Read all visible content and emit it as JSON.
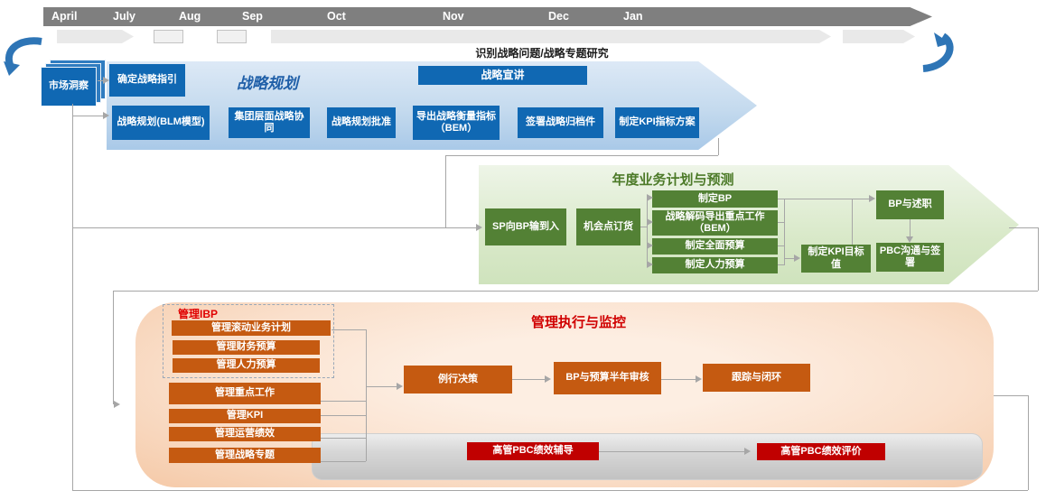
{
  "timeline": {
    "months": [
      "April",
      "July",
      "Aug",
      "Sep",
      "Oct",
      "Nov",
      "Dec",
      "Jan"
    ],
    "research_label": "识别战略问题/战略专题研究"
  },
  "market_insight": "市场洞察",
  "strategy": {
    "title": "战略规划",
    "guide": "确定战略指引",
    "preach": "战略宣讲",
    "boxes": [
      "战略规划(BLM模型)",
      "集团层面战略协同",
      "战略规划批准",
      "导出战略衡量指标（BEM）",
      "签署战略归档件",
      "制定KPI指标方案"
    ]
  },
  "annual": {
    "title": "年度业务计划与预测",
    "sp_input": "SP向BP输到入",
    "opportunity": "机会点订货",
    "make_bp": "制定BP",
    "decode": "战略解码导出重点工作（BEM）",
    "full_budget": "制定全面预算",
    "hr_budget": "制定人力预算",
    "kpi_target": "制定KPI目标值",
    "bp_review": "BP与述职",
    "pbc_sign": "PBC沟通与签署"
  },
  "execution": {
    "title": "管理执行与监控",
    "ibp_label": "管理IBP",
    "ibp_boxes": [
      "管理滚动业务计划",
      "管理财务预算",
      "管理人力预算"
    ],
    "manage_boxes": [
      "管理重点工作",
      "管理KPI",
      "管理运营绩效",
      "管理战略专题"
    ],
    "flow": [
      "例行决策",
      "BP与预算半年审核",
      "跟踪与闭环"
    ]
  },
  "pbc": {
    "coach": "高管PBC绩效辅导",
    "evaluate": "高管PBC绩效评价"
  },
  "colors": {
    "blue_box": "#1068B3",
    "green_box": "#538135",
    "orange_box": "#C55A11",
    "red_box": "#C00000",
    "timeline_bar": "#7F7F7F",
    "accent_blue": "#2E75B6",
    "connector": "#A6A6A6"
  }
}
